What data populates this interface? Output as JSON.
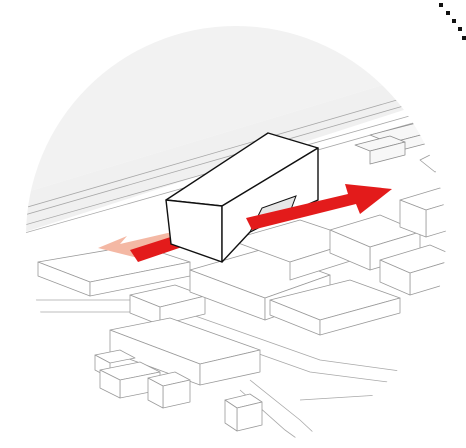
{
  "diagram": {
    "kind": "axonometric-site-diagram",
    "colors": {
      "background": "#ffffff",
      "ground": "#f0f0f0",
      "context_line": "#9a9a9a",
      "arrow_main": "#e31b1b",
      "arrow_faded": "#f4b8a4",
      "dots": "#111111"
    },
    "elements": {
      "main_building": "new-building-massing",
      "arrows": [
        "circulation-arrow-east",
        "circulation-arrow-west"
      ],
      "context": [
        "surrounding-buildings",
        "road",
        "railway-tracks"
      ]
    }
  }
}
